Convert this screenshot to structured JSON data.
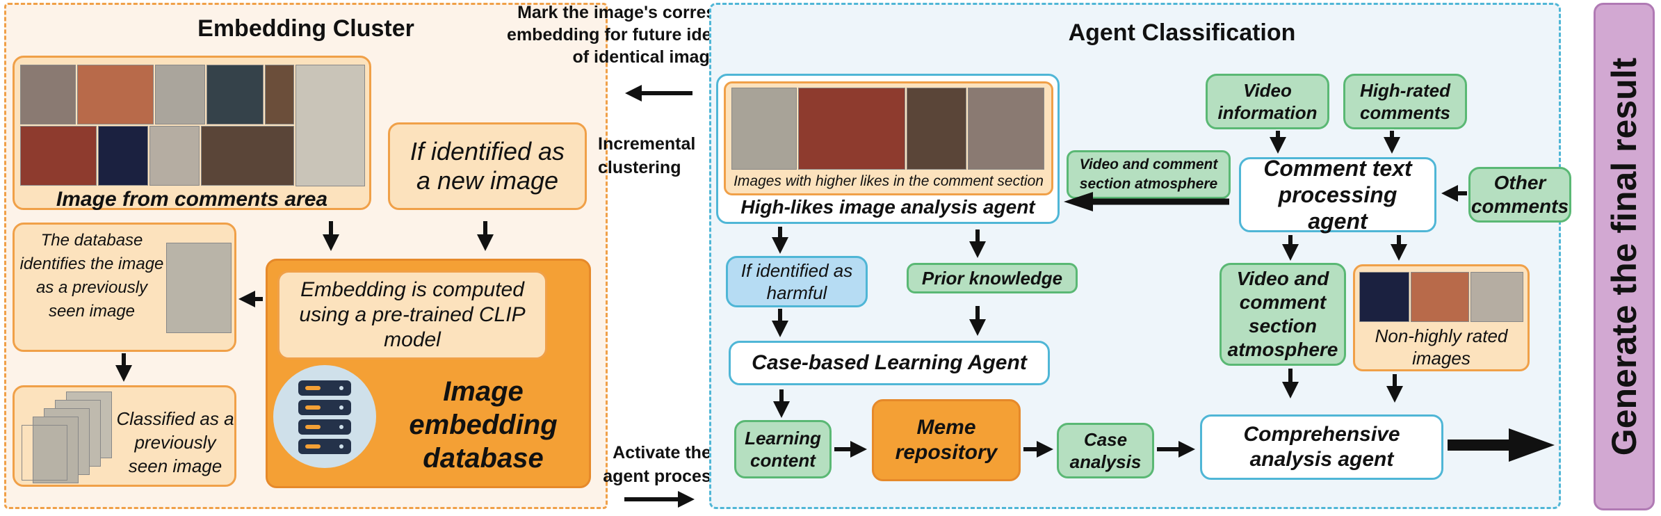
{
  "embedding_cluster": {
    "title": "Embedding Cluster",
    "comments_box_label": "Image from comments area",
    "new_image_label": "If identified as a new image",
    "db_identifies_label": "The database identifies the image as a previously seen image",
    "classified_label": "Classified as a previously seen image",
    "clip_label": "Embedding is computed using a pre-trained CLIP model",
    "database_label": "Image embedding database"
  },
  "middle": {
    "mark_note": "Mark the image's corresponding embedding for future identification of identical images",
    "incremental_note": "Incremental clustering",
    "activate_note": "Activate the agent process"
  },
  "agent_classification": {
    "title": "Agent Classification",
    "high_likes_caption": "Images with higher likes in the comment section",
    "high_likes_agent": "High-likes image analysis agent",
    "atmosphere_arrow_label": "Video and comment section atmosphere",
    "video_information": "Video information",
    "high_rated_comments": "High-rated comments",
    "comment_text_agent": "Comment text processing agent",
    "other_comments": "Other comments",
    "if_harmful": "If identified as harmful",
    "prior_knowledge": "Prior knowledge",
    "case_learning_agent": "Case-based Learning Agent",
    "video_atmosphere": "Video and comment section atmosphere",
    "non_highly_rated": "Non-highly rated images",
    "learning_content": "Learning content",
    "meme_repository": "Meme repository",
    "case_analysis": "Case analysis",
    "comprehensive_agent": "Comprehensive analysis agent"
  },
  "final": {
    "label": "Generate the final result"
  },
  "colors": {
    "orange": "#f4a035",
    "peach": "#fce2bd",
    "green": "#b5dfc0",
    "blue": "#4fb6d6",
    "purple": "#d2a8d2"
  }
}
